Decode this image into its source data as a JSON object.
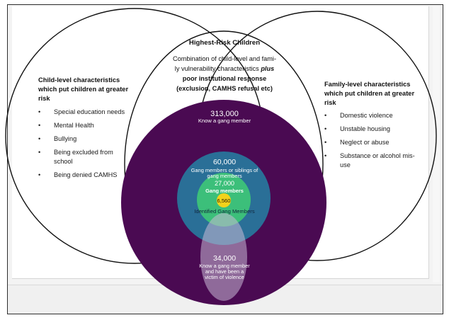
{
  "colors": {
    "outer_purple": "#4a0a52",
    "blue_ring": "#2a6f97",
    "green_ring": "#3cbf7a",
    "yellow_core": "#f2d21b",
    "victims_ellipse": "#c9b9d6"
  },
  "center_top": {
    "title": "Highest-Risk Children",
    "line1": "Combination of child-level and fami-",
    "line2": "ly vulnerability characteristics",
    "line2_em": "plus",
    "line3": "poor institutional response",
    "line4": "(exclusion, CAMHS refusal etc)"
  },
  "left_set": {
    "heading_lines": [
      "Child-level characteristics",
      "which put children at greater",
      "risk"
    ],
    "items": [
      [
        "Special education needs"
      ],
      [
        "Mental Health"
      ],
      [
        "Bullying"
      ],
      [
        "Being excluded from",
        "school"
      ],
      [
        "Being denied CAMHS"
      ]
    ]
  },
  "right_set": {
    "heading_lines": [
      "Family-level characteristics",
      "which put children at greater",
      "risk"
    ],
    "items": [
      [
        "Domestic violence"
      ],
      [
        "Unstable housing"
      ],
      [
        "Neglect or abuse"
      ],
      [
        "Substance or alcohol mis-",
        "use"
      ]
    ]
  },
  "rings": {
    "outer": {
      "value": "313,000",
      "label": "Know a gang member"
    },
    "blue": {
      "value": "60,000",
      "label_lines": [
        "Gang members or siblings of",
        "gang members"
      ]
    },
    "green": {
      "value": "27,000",
      "label": "Gang members"
    },
    "core": {
      "value": "6,560",
      "label": "Identified Gang Members"
    },
    "victims": {
      "value": "34,000",
      "label_lines": [
        "Know a gang member",
        "and have been a",
        "victim of violence"
      ]
    }
  }
}
